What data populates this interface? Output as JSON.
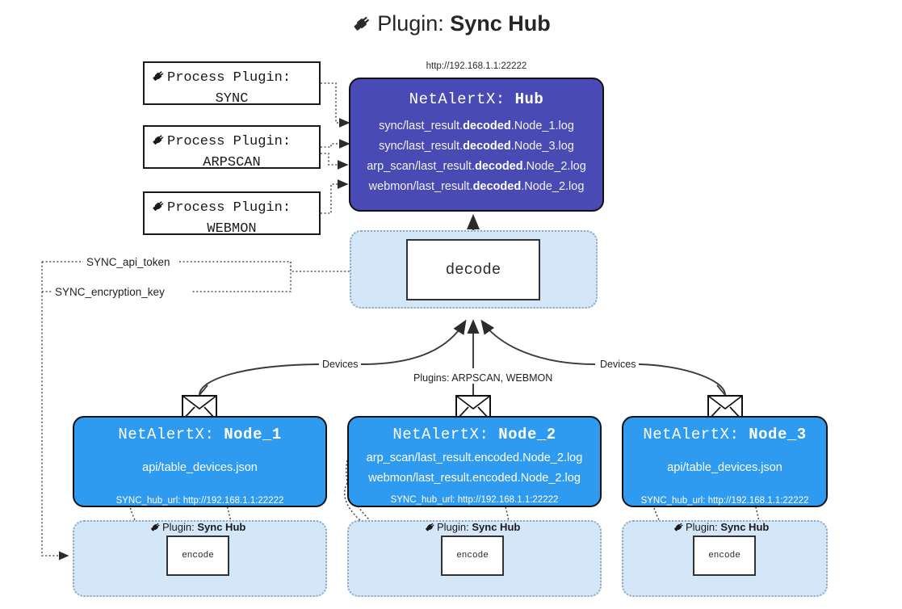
{
  "title": {
    "icon": "plug-icon",
    "prefix": "Plugin: ",
    "name": "Sync Hub"
  },
  "hub": {
    "url": "http://192.168.1.1:22222",
    "title_prefix": "NetAlertX: ",
    "title_name": "Hub",
    "logs": [
      {
        "pre": "sync/last_result.",
        "mid": "decoded",
        "post": ".Node_1.log"
      },
      {
        "pre": "sync/last_result.",
        "mid": "decoded",
        "post": ".Node_3.log"
      },
      {
        "pre": "arp_scan/last_result.",
        "mid": "decoded",
        "post": ".Node_2.log"
      },
      {
        "pre": "webmon/last_result.",
        "mid": "decoded",
        "post": ".Node_2.log"
      }
    ],
    "color": "#4a4ab4"
  },
  "process_plugins": [
    {
      "icon": "plug-icon",
      "line1": "Process Plugin:",
      "line2": "SYNC"
    },
    {
      "icon": "plug-icon",
      "line1": "Process Plugin:",
      "line2": "ARPSCAN"
    },
    {
      "icon": "plug-icon",
      "line1": "Process Plugin:",
      "line2": "WEBMON"
    }
  ],
  "decode": {
    "label": "decode",
    "group_color": "#d4e7f8"
  },
  "keys": {
    "api_token": "SYNC_api_token",
    "encryption_key": "SYNC_encryption_key"
  },
  "edge_labels": {
    "devices_left": "Devices",
    "devices_right": "Devices",
    "plugins_middle": "Plugins: ARPSCAN, WEBMON"
  },
  "nodes": [
    {
      "icon": "envelope-icon",
      "title_prefix": "NetAlertX: ",
      "title_name": "Node_1",
      "lines": [
        "api/table_devices.json"
      ],
      "sub": "SYNC_hub_url: http://192.168.1.1:22222",
      "plugin_label_prefix": "Plugin: ",
      "plugin_label_name": "Sync Hub",
      "encode_label": "encode",
      "color": "#2f9bf0"
    },
    {
      "icon": "envelope-icon",
      "title_prefix": "NetAlertX: ",
      "title_name": "Node_2",
      "lines": [
        "arp_scan/last_result.encoded.Node_2.log",
        "webmon/last_result.encoded.Node_2.log"
      ],
      "sub": "SYNC_hub_url: http://192.168.1.1:22222",
      "plugin_label_prefix": "Plugin: ",
      "plugin_label_name": "Sync Hub",
      "encode_label": "encode",
      "color": "#2f9bf0"
    },
    {
      "icon": "envelope-icon",
      "title_prefix": "NetAlertX: ",
      "title_name": "Node_3",
      "lines": [
        "api/table_devices.json"
      ],
      "sub": "SYNC_hub_url: http://192.168.1.1:22222",
      "plugin_label_prefix": "Plugin: ",
      "plugin_label_name": "Sync Hub",
      "encode_label": "encode",
      "color": "#2f9bf0"
    }
  ]
}
